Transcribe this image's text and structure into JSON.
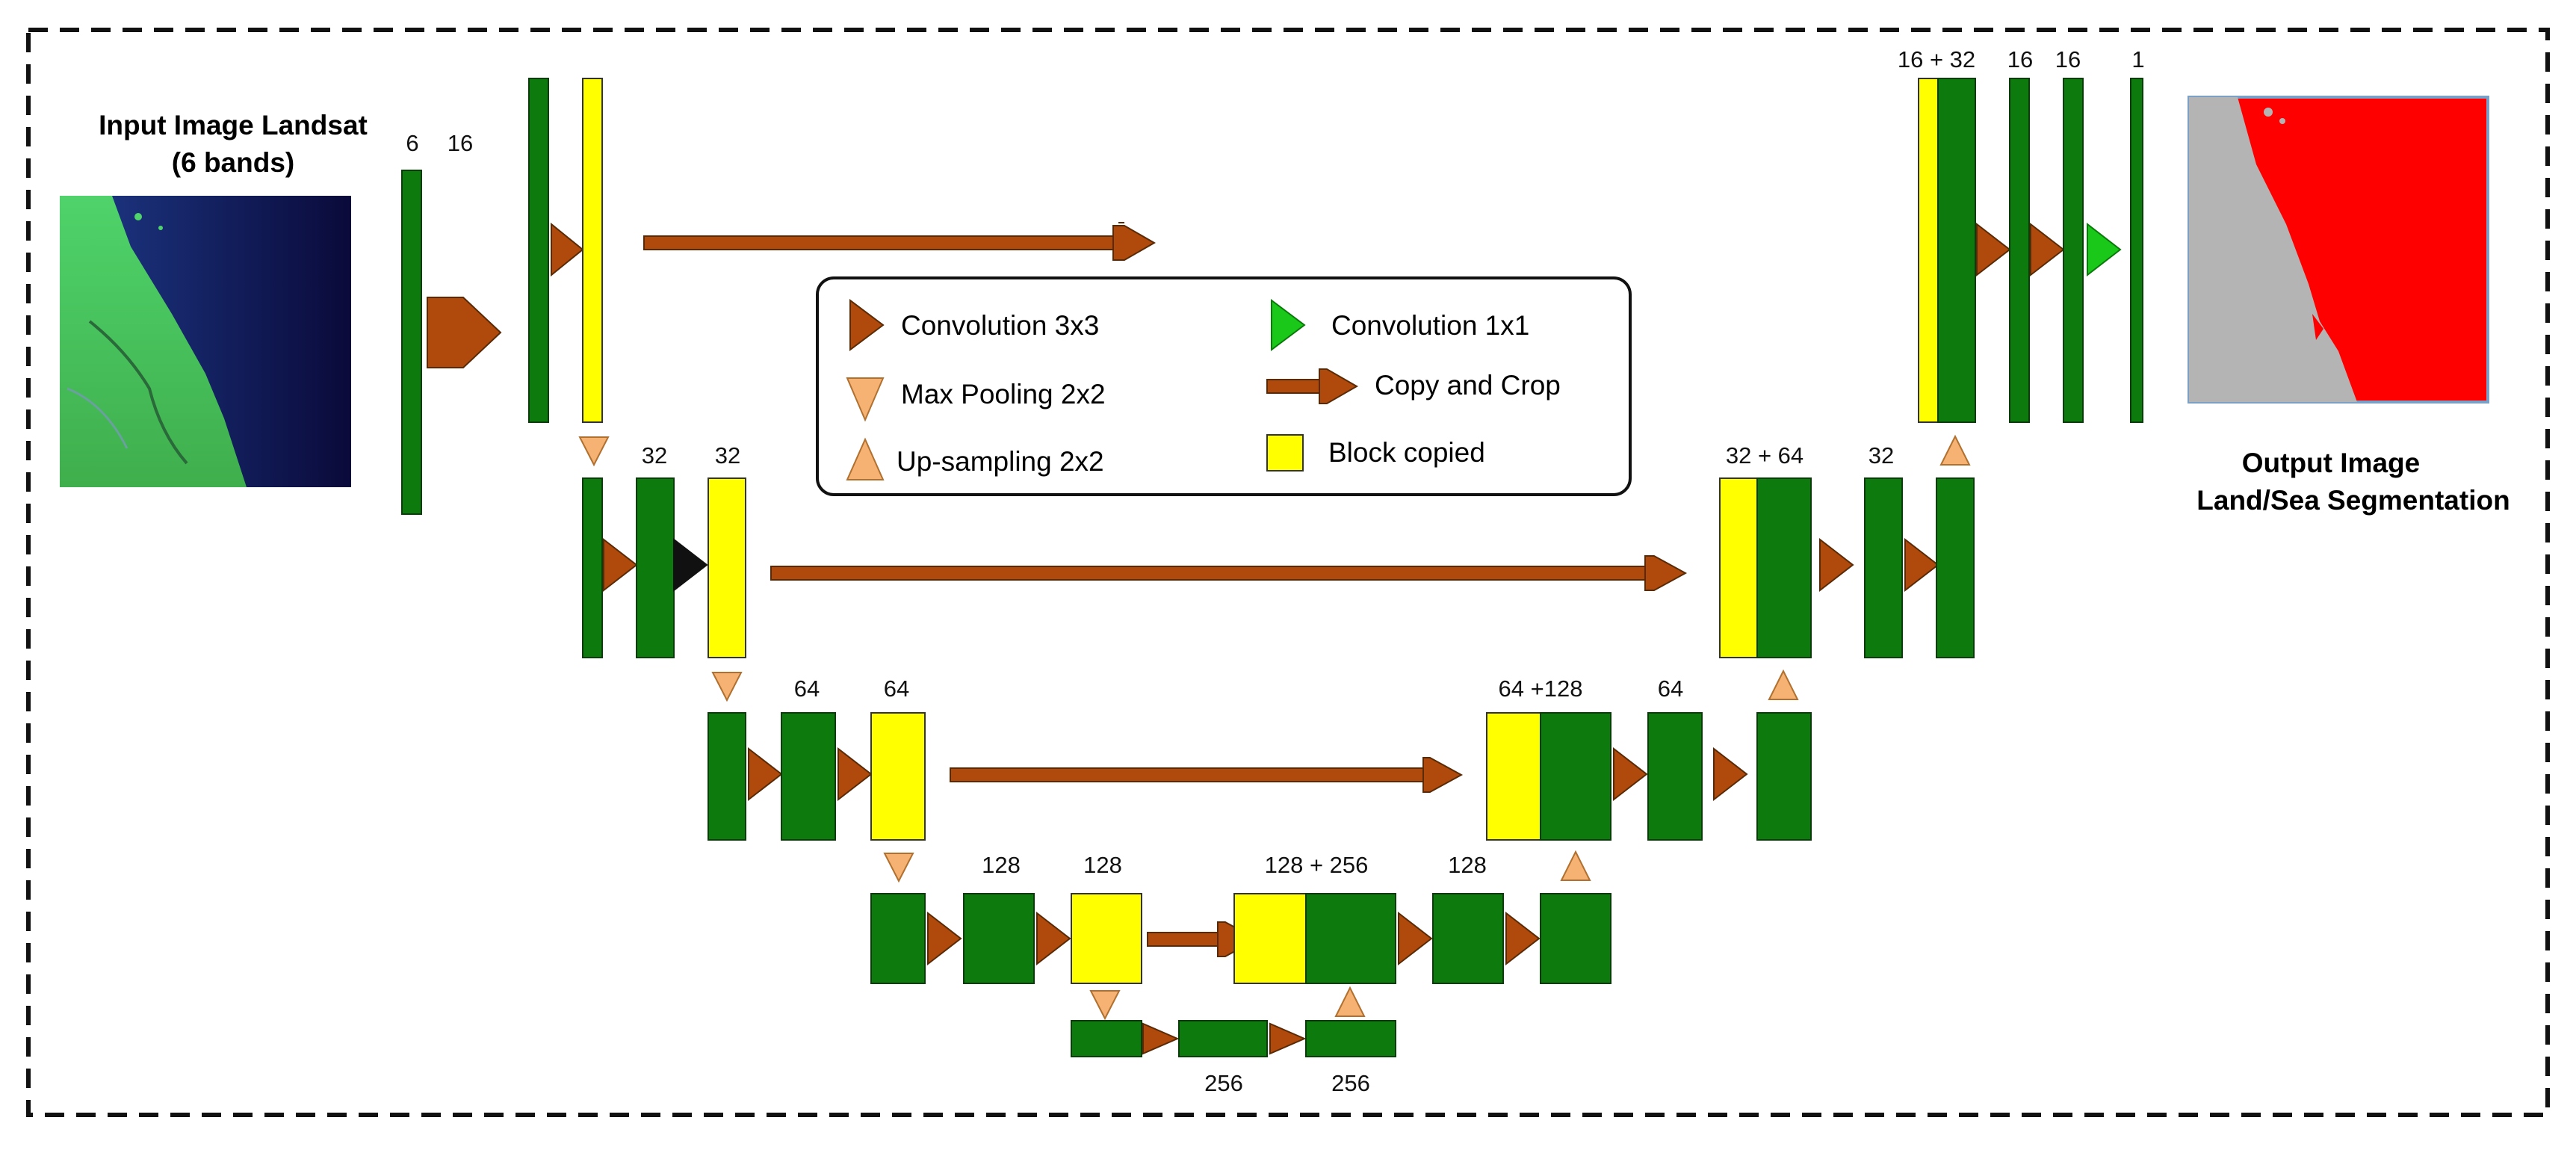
{
  "input": {
    "title_line1": "Input Image Landsat",
    "title_line2": "(6 bands)"
  },
  "output": {
    "title_line1": "Output Image",
    "title_line2": "Land/Sea Segmentation"
  },
  "legend": {
    "conv3": "Convolution 3x3",
    "conv1": "Convolution 1x1",
    "maxpool": "Max Pooling 2x2",
    "copy": "Copy and Crop",
    "upsample": "Up-sampling 2x2",
    "block": "Block copied"
  },
  "channels": {
    "l1_in": "6",
    "l1_a": "16",
    "l2_a": "32",
    "l2_b": "32",
    "l3_a": "64",
    "l3_b": "64",
    "l4_a": "128",
    "l4_b": "128",
    "l4_concat": "128 + 256",
    "l4_d": "128",
    "l5_a": "256",
    "l5_b": "256",
    "l3_concat": "64 +128",
    "l3_d": "64",
    "l2_concat": "32 + 64",
    "l2_d": "32",
    "l1_concat": "16 + 32",
    "l1_d1": "16",
    "l1_d2": "16",
    "l1_out": "1"
  },
  "colors": {
    "feature_map": "#0c7a0c",
    "copied_block": "#ffff00",
    "conv3x3": "#b04a0c",
    "conv1x1": "#19c819",
    "pool_upsample": "#f5b273",
    "segmentation_sea": "#ff0000",
    "segmentation_land": "#b4b4b4"
  }
}
